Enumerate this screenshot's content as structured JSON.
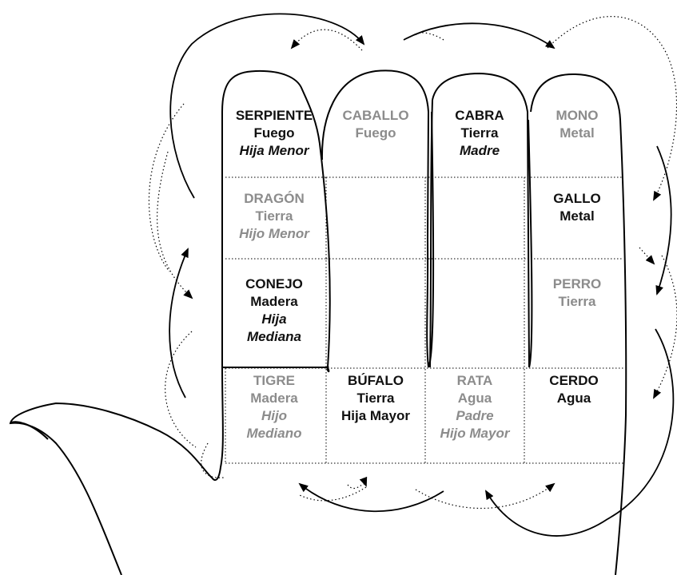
{
  "colors": {
    "strong": "#111111",
    "faded": "#8c8c8c",
    "line": "#000000"
  },
  "cells": {
    "serpiente": {
      "animal": "SERPIENTE",
      "element": "Fuego",
      "role": "Hija Menor"
    },
    "caballo": {
      "animal": "CABALLO",
      "element": "Fuego"
    },
    "cabra": {
      "animal": "CABRA",
      "element": "Tierra",
      "role": "Madre"
    },
    "mono": {
      "animal": "MONO",
      "element": "Metal"
    },
    "dragon": {
      "animal": "DRAGÓN",
      "element": "Tierra",
      "role": "Hijo Menor"
    },
    "gallo": {
      "animal": "GALLO",
      "element": "Metal"
    },
    "conejo": {
      "animal": "CONEJO",
      "element": "Madera",
      "role_line1": "Hija",
      "role_line2": "Mediana"
    },
    "perro": {
      "animal": "PERRO",
      "element": "Tierra"
    },
    "tigre": {
      "animal": "TIGRE",
      "element": "Madera",
      "role_line1": "Hijo",
      "role_line2": "Mediano"
    },
    "bufalo": {
      "animal": "BÚFALO",
      "element": "Tierra",
      "role": "Hija Mayor"
    },
    "rata": {
      "animal": "RATA",
      "element": "Agua",
      "role_line1": "Padre",
      "role_line2": "Hijo Mayor"
    },
    "cerdo": {
      "animal": "CERDO",
      "element": "Agua"
    }
  }
}
